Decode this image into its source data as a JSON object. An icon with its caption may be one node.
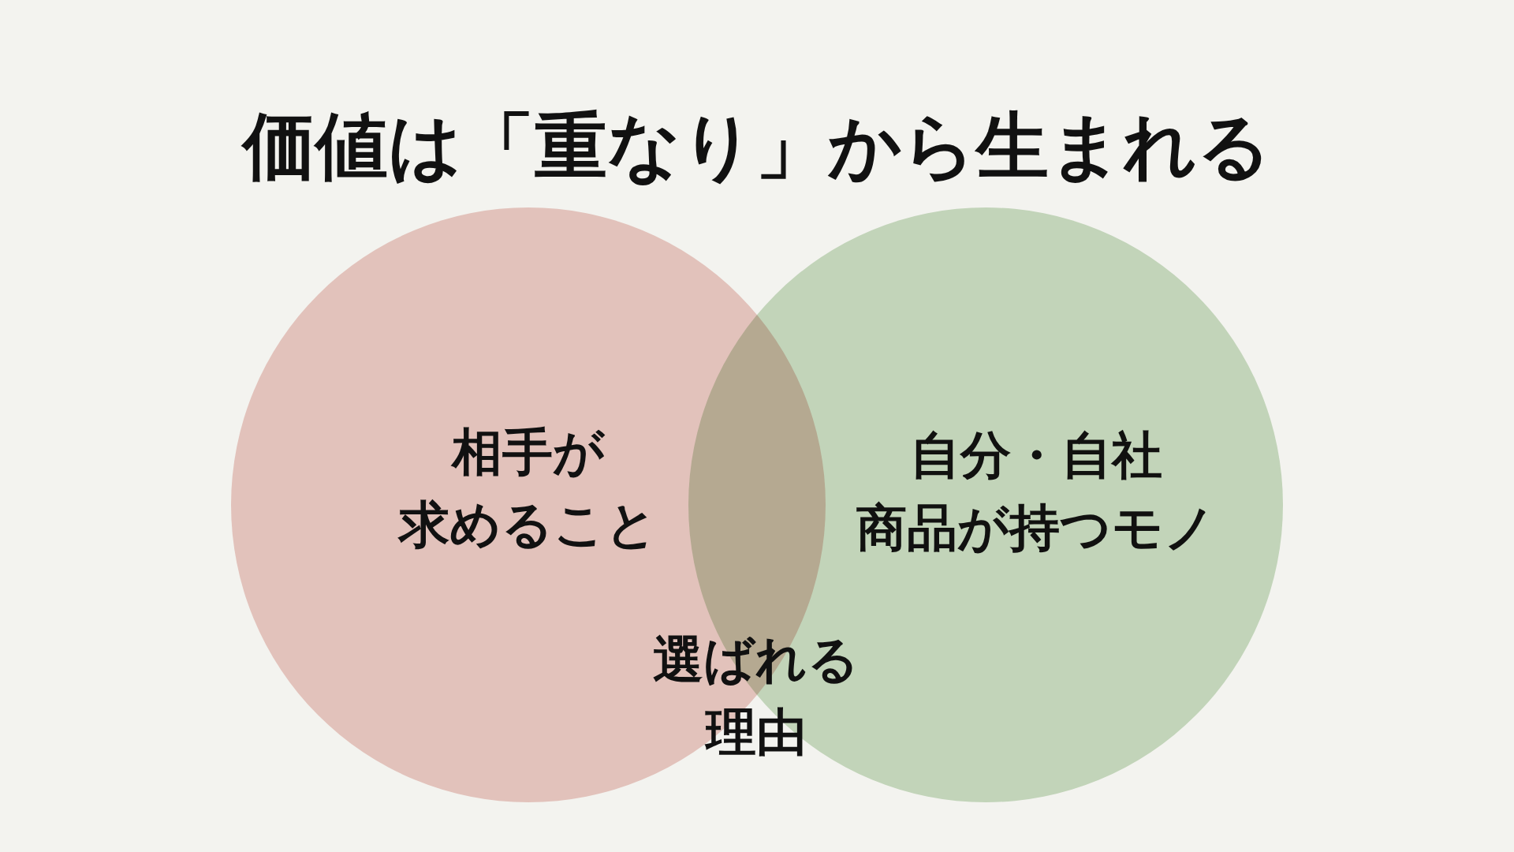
{
  "diagram": {
    "title": "価値は「重なり」から生まれる",
    "nodes": [
      {
        "text": [
          "相手が求めること"
        ]
      },
      {
        "text": [
          "自分・自社商品が持つモノ"
        ]
      }
    ],
    "labels": [
      "選ばれる理由"
    ]
  }
}
